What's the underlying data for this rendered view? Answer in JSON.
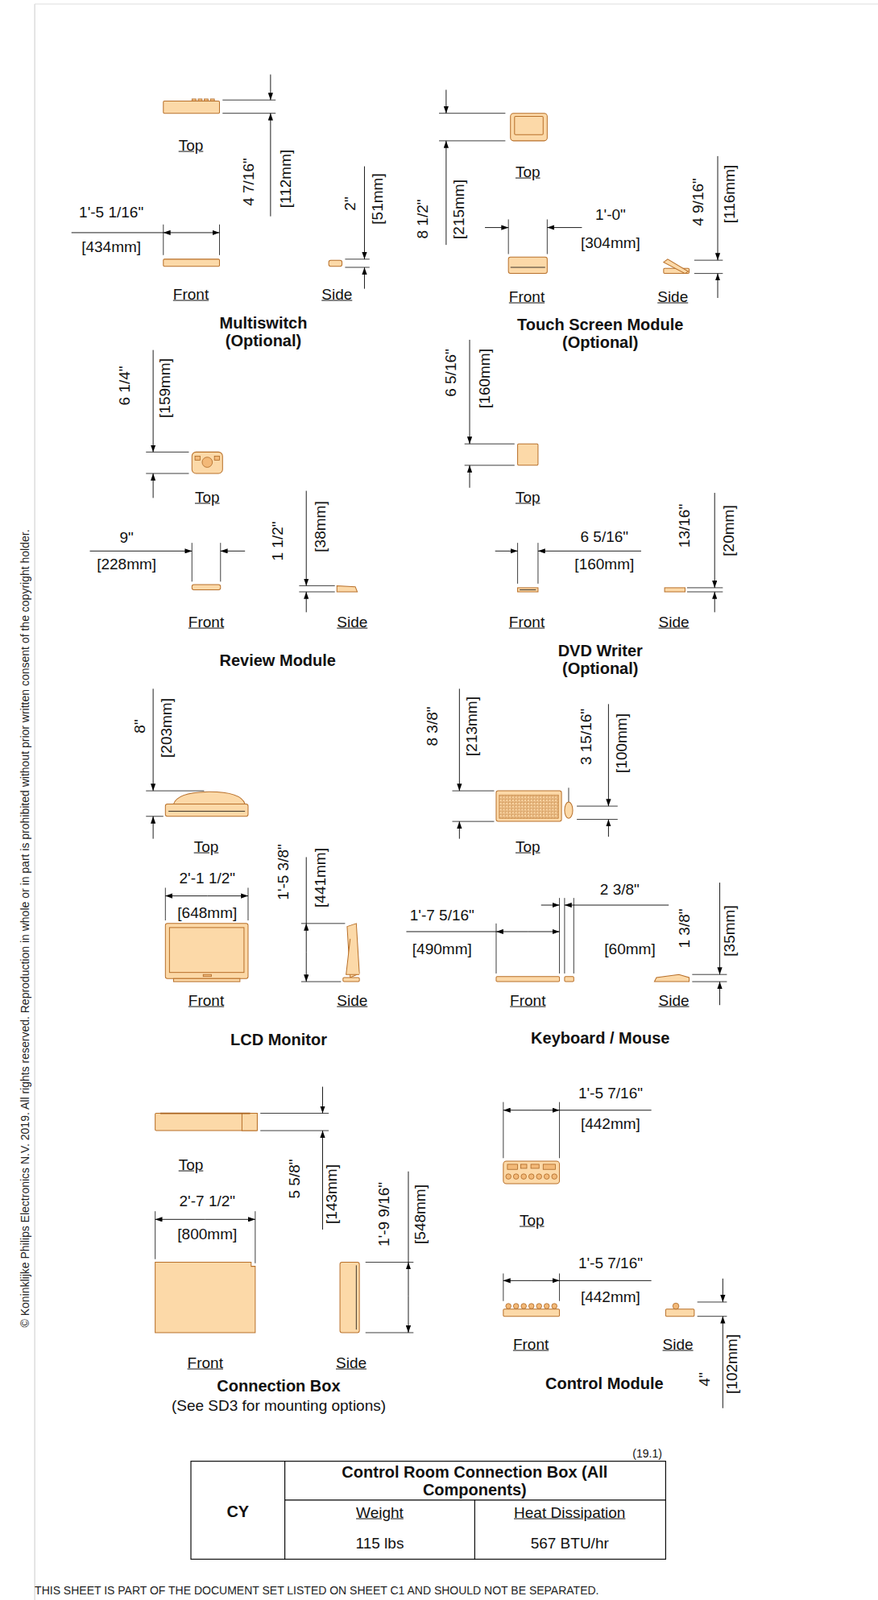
{
  "diagram": {
    "labels": [
      "Top",
      "4 7/16\"",
      "[112mm]",
      "1'-5 1/16\"",
      "[434mm]",
      "2\"",
      "[51mm]",
      "Front",
      "Side",
      "Multiswitch (Optional)",
      "Top",
      "8 1/2\"",
      "[215mm]",
      "1'-0\"",
      "[304mm]",
      "4 9/16\"",
      "[116mm]",
      "Front",
      "Side",
      "Touch Screen Module (Optional)",
      "6 1/4\"",
      "[159mm]",
      "Top",
      "9\"",
      "[228mm]",
      "1 1/2\"",
      "[38mm]",
      "Front",
      "Side",
      "Review Module",
      "6 5/16\"",
      "[160mm]",
      "Top",
      "6 5/16\"",
      "[160mm]",
      "13/16\"",
      "[20mm]",
      "Front",
      "Side",
      "DVD Writer (Optional)",
      "8\"",
      "[203mm]",
      "Top",
      "2'-1 1/2\"",
      "[648mm]",
      "1'-5 3/8\"",
      "[441mm]",
      "Front",
      "Side",
      "LCD Monitor",
      "8 3/8\"",
      "[213mm]",
      "3 15/16\"",
      "[100mm]",
      "Top",
      "1'-7 5/16\"",
      "[490mm]",
      "2 3/8\"",
      "[60mm]",
      "1 3/8\"",
      "[35mm]",
      "Front",
      "Side",
      "Keyboard / Mouse",
      "Top",
      "5 5/8\"",
      "[143mm]",
      "2'-7 1/2\"",
      "[800mm]",
      "1'-9 9/16\"",
      "[548mm]",
      "Front",
      "Side",
      "Connection Box",
      "(See SD3 for mounting options)",
      "1'-5 7/16\"",
      "[442mm]",
      "Top",
      "1'-5 7/16\"",
      "[442mm]",
      "Front",
      "Side",
      "4\"",
      "[102mm]",
      "Control Module",
      "(19.1)",
      "CY",
      "Control Room Connection Box (All Components)",
      "Weight",
      "Heat Dissipation",
      "115 lbs",
      "567 BTU/hr",
      "© Koninklijke Philips Electronics N.V. 2019. All rights reserved. Reproduction in whole or in part is prohibited without prior written consent of the copyright holder.",
      "THIS SHEET IS PART OF THE DOCUMENT SET LISTED ON SHEET C1 AND SHOULD NOT BE SEPARATED."
    ]
  }
}
